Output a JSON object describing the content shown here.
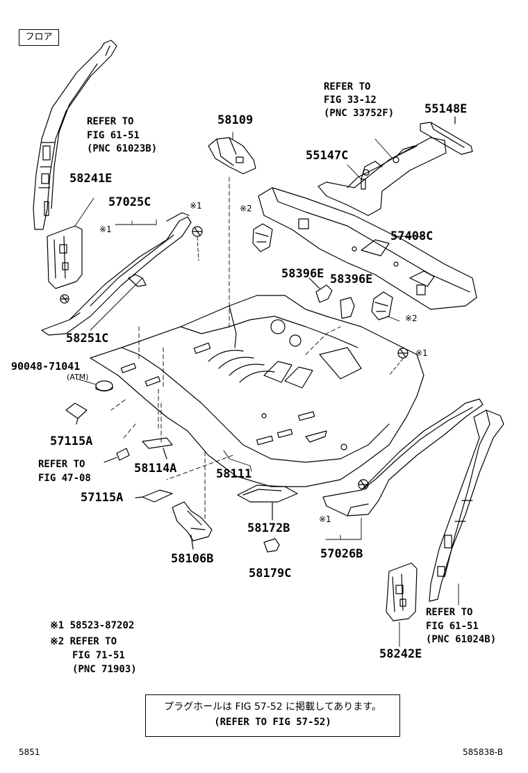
{
  "section_tag": "フロア",
  "parts": [
    {
      "id": "p58109",
      "text": "58109"
    },
    {
      "id": "p55148E",
      "text": "55148E"
    },
    {
      "id": "p55147C",
      "text": "55147C"
    },
    {
      "id": "p58241E",
      "text": "58241E"
    },
    {
      "id": "p57025C",
      "text": "57025C"
    },
    {
      "id": "p57408C",
      "text": "57408C"
    },
    {
      "id": "p58396E_1",
      "text": "58396E"
    },
    {
      "id": "p58396E_2",
      "text": "58396E"
    },
    {
      "id": "p58251C",
      "text": "58251C"
    },
    {
      "id": "p90048",
      "text": "90048-71041"
    },
    {
      "id": "p57115A_1",
      "text": "57115A"
    },
    {
      "id": "p58114A",
      "text": "58114A"
    },
    {
      "id": "p58111",
      "text": "58111"
    },
    {
      "id": "p57115A_2",
      "text": "57115A"
    },
    {
      "id": "p58172B",
      "text": "58172B"
    },
    {
      "id": "p57026B",
      "text": "57026B"
    },
    {
      "id": "p58106B",
      "text": "58106B"
    },
    {
      "id": "p58179C",
      "text": "58179C"
    },
    {
      "id": "p58242E",
      "text": "58242E"
    }
  ],
  "atm_note": "(ATM)",
  "marks": {
    "m1a": "※1",
    "m1b": "※1",
    "m1c": "※1",
    "m1d": "※1",
    "m2a": "※2",
    "m2b": "※2"
  },
  "references": {
    "ref_top_left": [
      "REFER TO",
      "FIG 61-51",
      "(PNC 61023B)"
    ],
    "ref_top_right": [
      "REFER TO",
      "FIG 33-12",
      "(PNC 33752F)"
    ],
    "ref_fig4708": [
      "REFER TO",
      "FIG 47-08"
    ],
    "ref_bottom_right": [
      "REFER TO",
      "FIG 61-51",
      "(PNC 61024B)"
    ]
  },
  "legend": {
    "line1": "※1 58523-87202",
    "line2": "※2 REFER TO",
    "line3": "FIG 71-51",
    "line4": "(PNC 71903)"
  },
  "plug_note": {
    "line1": "プラグホールは FIG 57-52 に掲載してあります。",
    "line2": "(REFER TO FIG 57-52)"
  },
  "footer": {
    "left": "5851",
    "right": "585838-B"
  }
}
